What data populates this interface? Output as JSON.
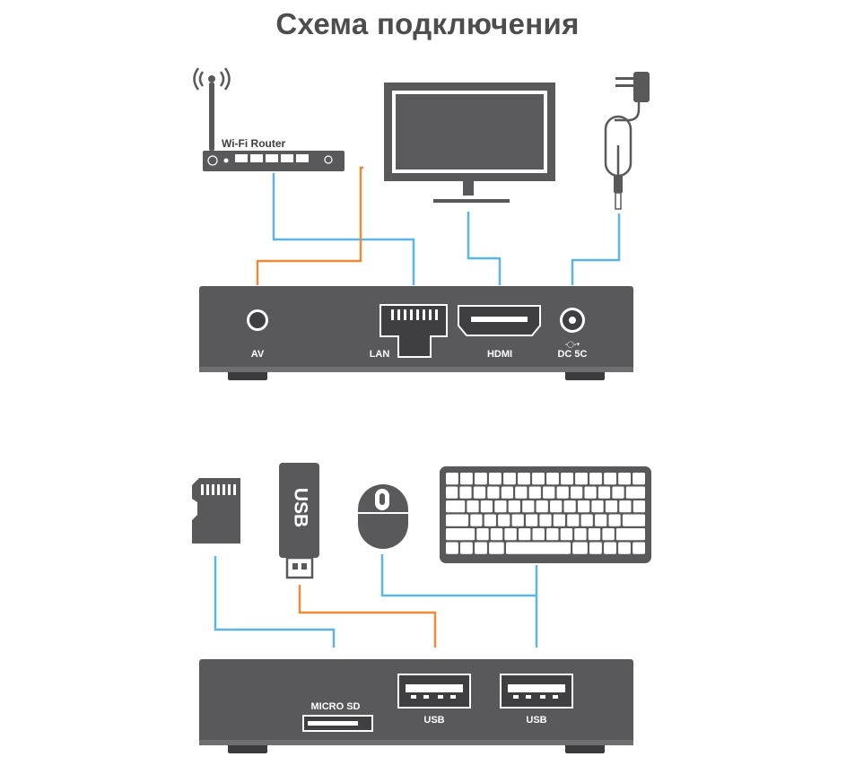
{
  "title": "Схема подключения",
  "colors": {
    "device": "#59595b",
    "blue_cable": "#5bb4e3",
    "orange_cable": "#ee8a37",
    "screen": "#5a5a5c"
  },
  "top_device": {
    "ports": {
      "av": "AV",
      "lan": "LAN",
      "hdmi": "HDMI",
      "dc": "DC 5C",
      "dc_polarity": "-◯-+"
    }
  },
  "router": {
    "label": "Wi-Fi Router"
  },
  "bottom_device": {
    "ports": {
      "microsd": "MICRO SD",
      "usb1": "USB",
      "usb2": "USB"
    }
  },
  "usb_stick": {
    "label": "USB"
  },
  "icons": [
    "wifi-router-icon",
    "monitor-icon",
    "power-adapter-icon",
    "microsd-card-icon",
    "usb-flash-drive-icon",
    "mouse-icon",
    "keyboard-icon"
  ]
}
